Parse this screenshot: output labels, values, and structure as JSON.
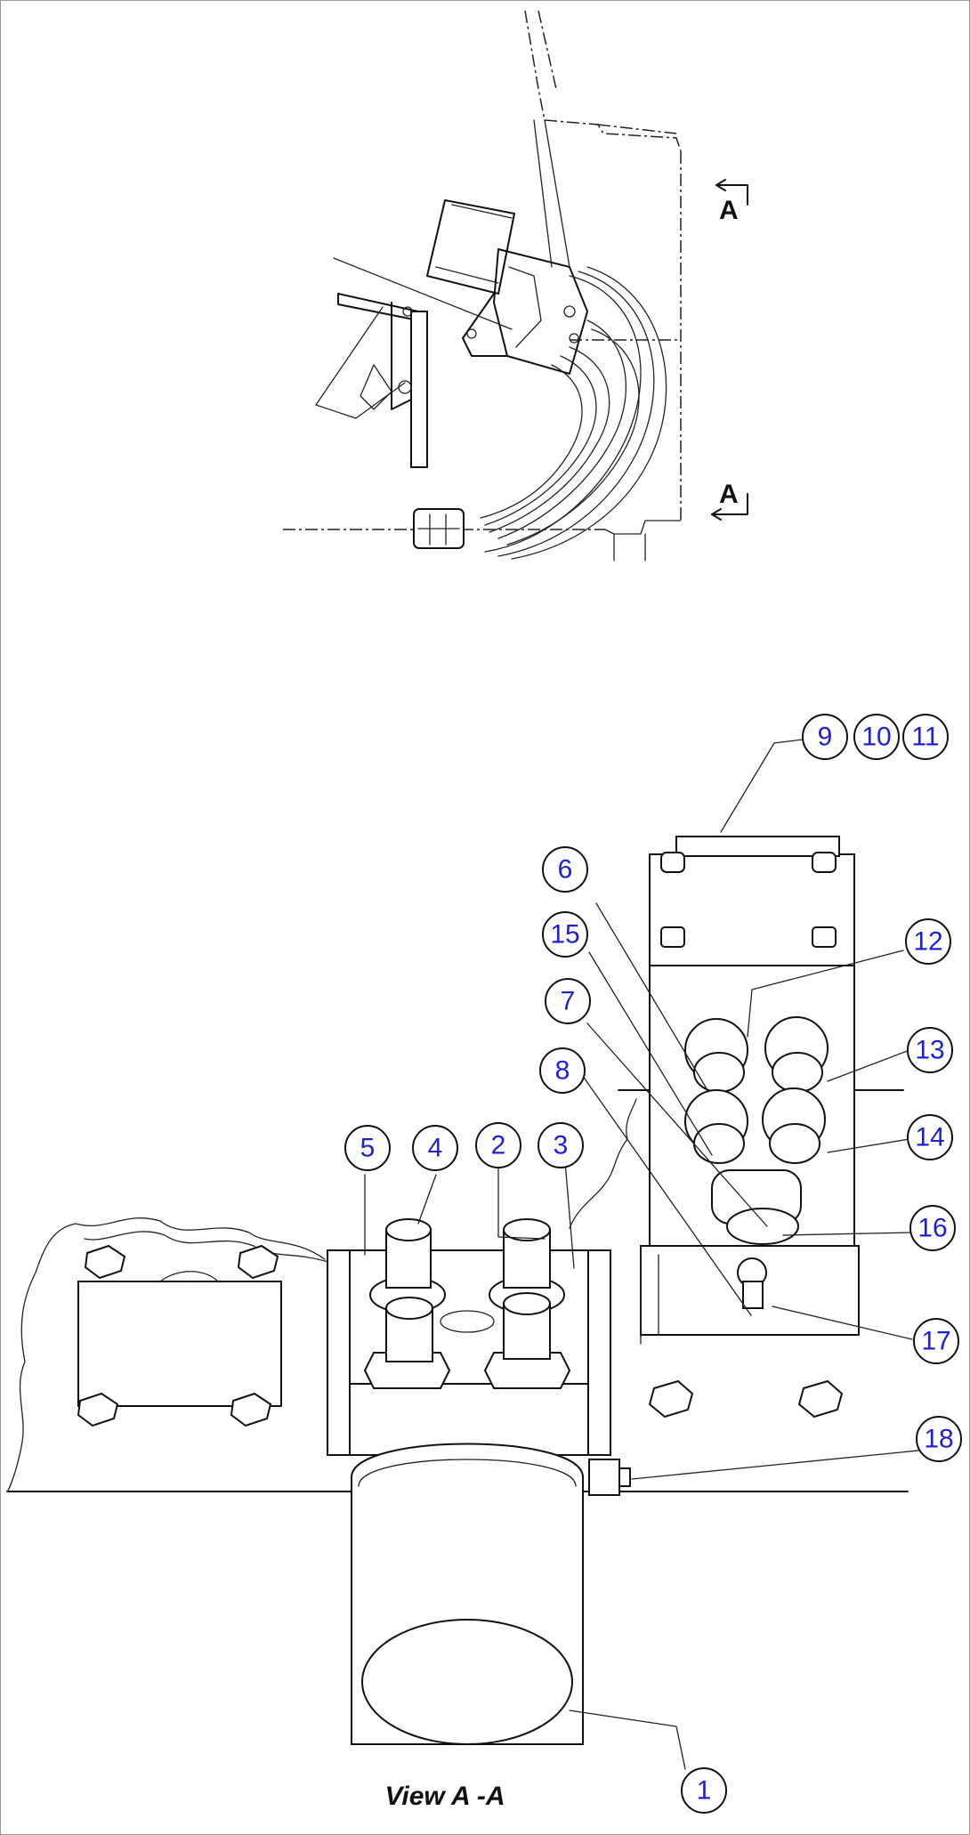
{
  "section_marker": "A",
  "view_title": "View A -A",
  "callouts": [
    "1",
    "2",
    "3",
    "4",
    "5",
    "6",
    "7",
    "8",
    "9",
    "10",
    "11",
    "12",
    "13",
    "14",
    "15",
    "16",
    "17",
    "18"
  ],
  "colors": {
    "callout_text": "#1f1fd6",
    "line": "#111111",
    "background": "#ffffff"
  }
}
